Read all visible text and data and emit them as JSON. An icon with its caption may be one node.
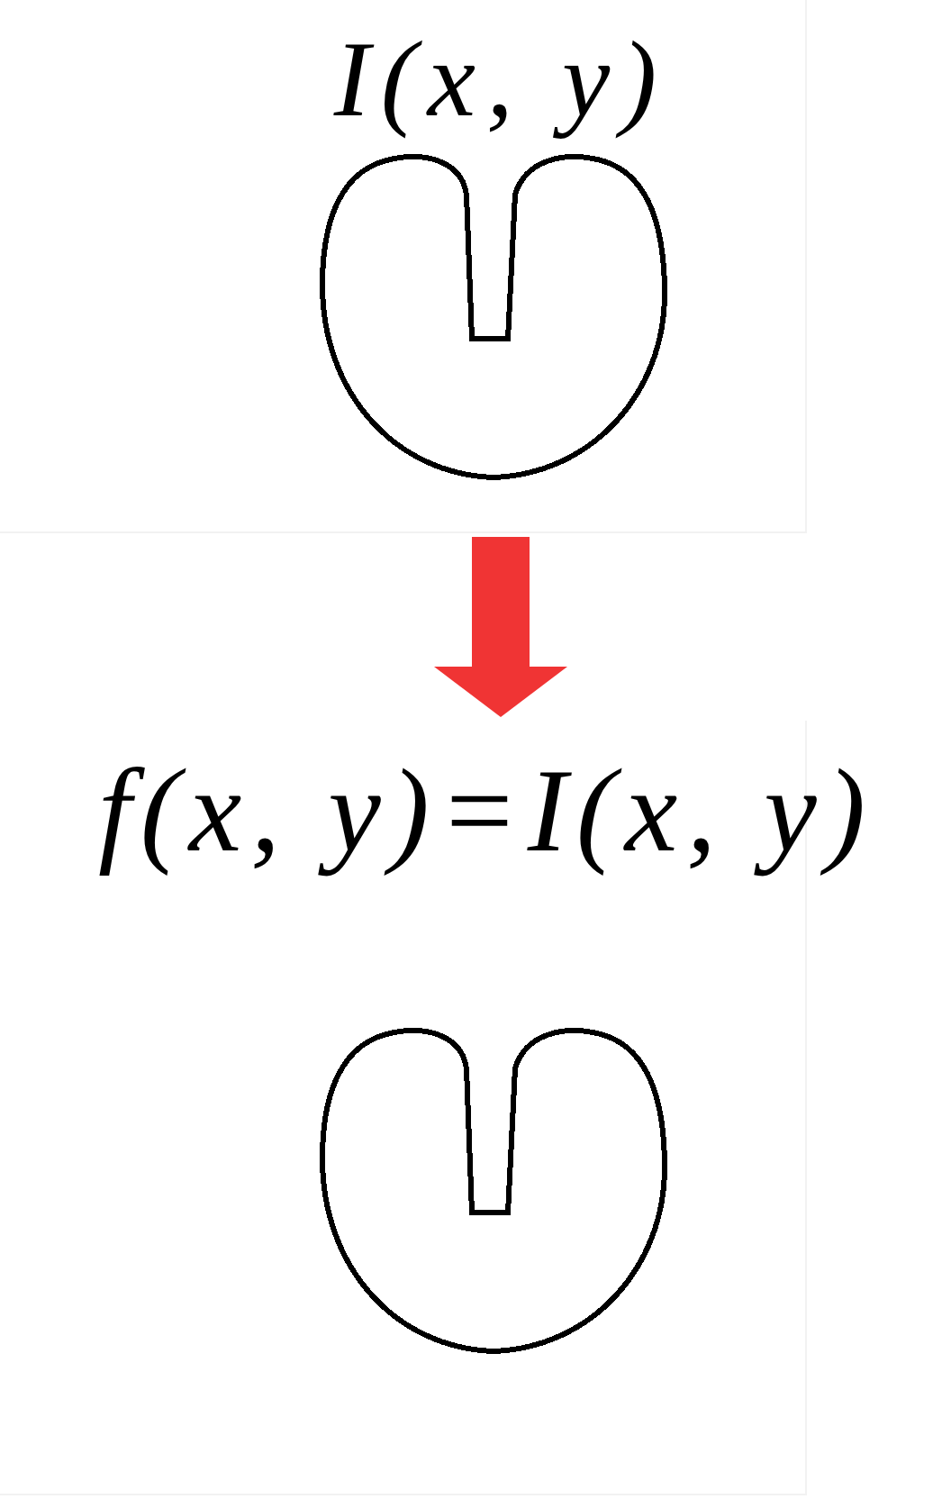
{
  "diagram": {
    "nodes": [
      {
        "text": [
          "I(x, y)"
        ]
      },
      {
        "text": [
          "f(x, y)=I(x, y)"
        ]
      }
    ],
    "edges": [
      {
        "from": 0,
        "to": 1,
        "arrow": "to",
        "color": "#f03434"
      }
    ]
  }
}
